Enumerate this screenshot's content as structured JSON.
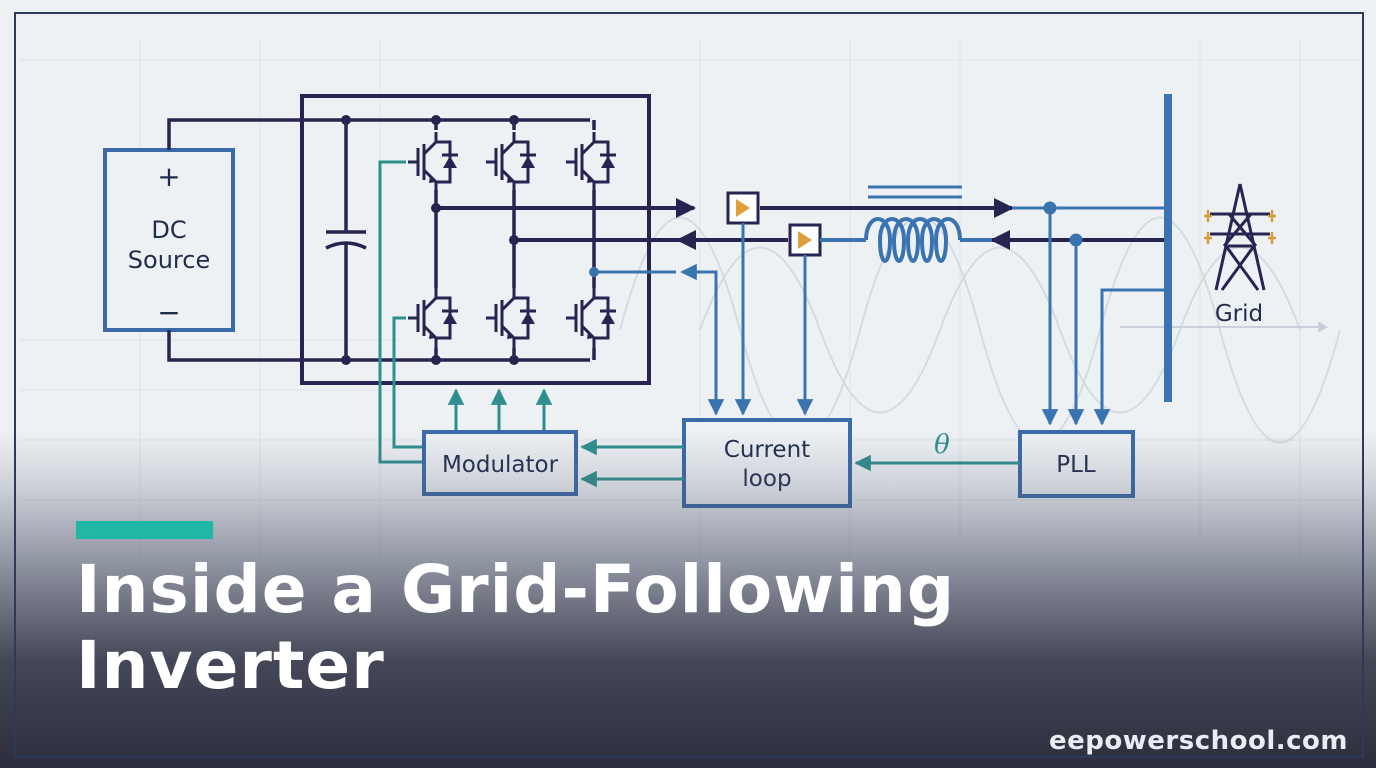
{
  "diagram": {
    "dc_source": {
      "plus": "+",
      "label_line1": "DC",
      "label_line2": "Source",
      "minus": "−"
    },
    "blocks": {
      "modulator": "Modulator",
      "current_loop_line1": "Current",
      "current_loop_line2": "loop",
      "pll": "PLL"
    },
    "theta_label": "θ",
    "grid_label": "Grid",
    "colors": {
      "power_line": "#252552",
      "control_teal": "#2f8f8f",
      "measure_blue": "#3a74b0",
      "block_border": "#3a6aa8",
      "sensor_fill": "#e0a040",
      "background": "#eef1f4"
    }
  },
  "title": "Inside a Grid-Following Inverter",
  "site": "eepowerschool.com"
}
